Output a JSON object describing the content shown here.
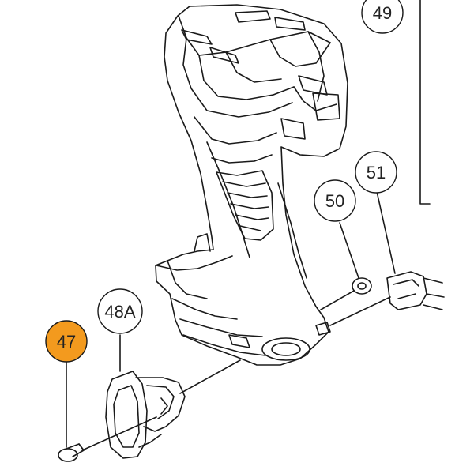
{
  "callouts": {
    "part_47": {
      "label": "47",
      "fill": "#f39a1e"
    },
    "part_48a": {
      "label": "48A",
      "fill": "#ffffff"
    },
    "part_49": {
      "label": "49",
      "fill": "#ffffff"
    },
    "part_50": {
      "label": "50",
      "fill": "#ffffff"
    },
    "part_51": {
      "label": "51",
      "fill": "#ffffff"
    }
  },
  "colors": {
    "line": "#1a1a1a",
    "highlight": "#f39a1e"
  }
}
